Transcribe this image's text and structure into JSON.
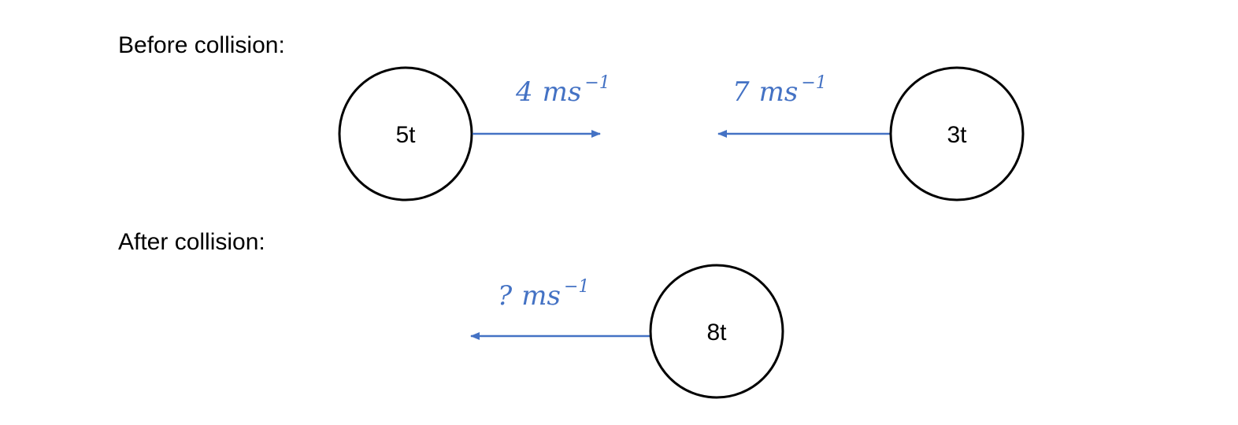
{
  "before": {
    "heading": "Before collision:",
    "left_mass": "5t",
    "right_mass": "3t",
    "left_velocity": {
      "value": "4",
      "unit": "ms",
      "exponent": "−1"
    },
    "right_velocity": {
      "value": "7",
      "unit": "ms",
      "exponent": "−1"
    }
  },
  "after": {
    "heading": "After collision:",
    "mass": "8t",
    "velocity": {
      "value": "?",
      "unit": "ms",
      "exponent": "−1"
    }
  },
  "colors": {
    "arrow": "#4472C4",
    "circle_stroke": "#000000",
    "text": "#000000"
  }
}
